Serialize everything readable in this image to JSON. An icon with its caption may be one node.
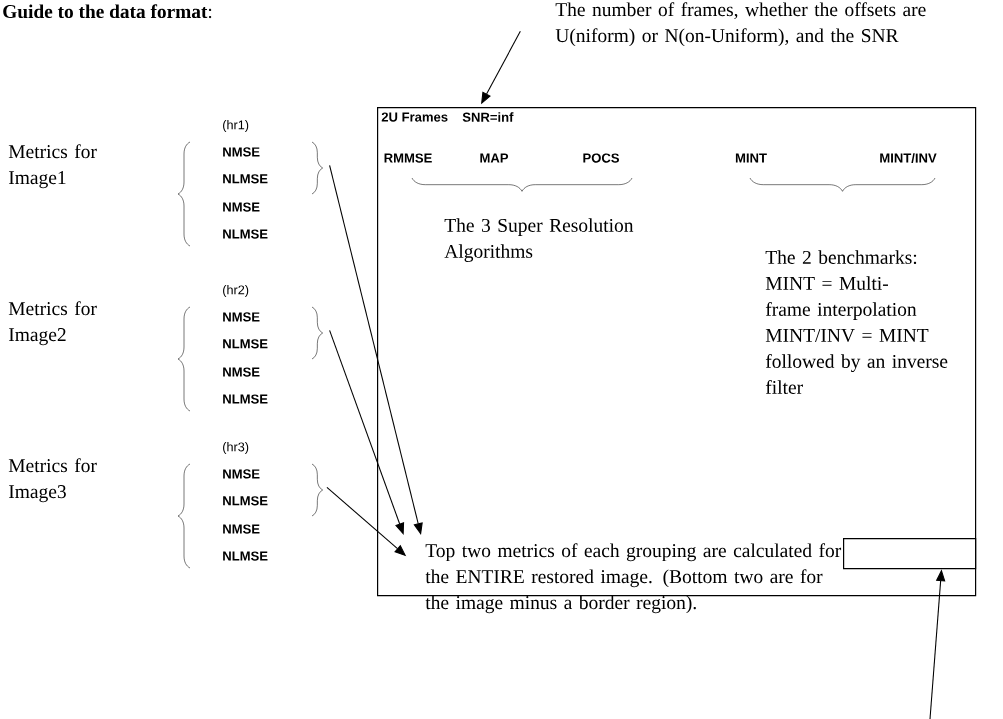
{
  "diagram": {
    "title": "**Guide to the data format**:",
    "nodes": [
      {
        "text": [
          "The number of frames, whether the offsets are U(niform) or N(on-Uniform), and the SNR"
        ]
      },
      {
        "text": [
          "2U Frames",
          "SNR=inf",
          "RMMSE",
          "MAP",
          "POCS",
          "MINT",
          "MINT/INV",
          "The 3 Super Resolution Algorithms",
          "The 2 benchmarks: MINT = Multi-frame interpolation MINT/INV = MINT followed by an inverse filter"
        ]
      },
      {
        "text": [],
        "shape": "box",
        "in": 1
      },
      {
        "text": [
          "Top two metrics of each grouping are calculated for the ENTIRE restored image.  (Bottom two are for the image minus a border region)."
        ]
      },
      {
        "text": [
          "NMSE",
          "NLMSE"
        ]
      },
      {
        "text": [
          "NMSE",
          "NLMSE"
        ]
      },
      {
        "text": [
          "NMSE",
          "NLMSE"
        ]
      }
    ],
    "edges": [
      {
        "from": 0,
        "to": 1,
        "arrow": "to"
      },
      {
        "from": 4,
        "to": 3,
        "arrow": "to"
      },
      {
        "from": 5,
        "to": 3,
        "arrow": "to"
      },
      {
        "from": 6,
        "to": 3,
        "arrow": "to"
      },
      {
        "from": null,
        "to": 2,
        "arrow": "to"
      }
    ],
    "labels": [
      "Metrics for Image1",
      "(hr1)",
      "NMSE",
      "NLMSE",
      "Metrics for Image2",
      "(hr2)",
      "NMSE",
      "NLMSE",
      "Metrics for Image3",
      "(hr3)",
      "NMSE",
      "NLMSE"
    ]
  }
}
